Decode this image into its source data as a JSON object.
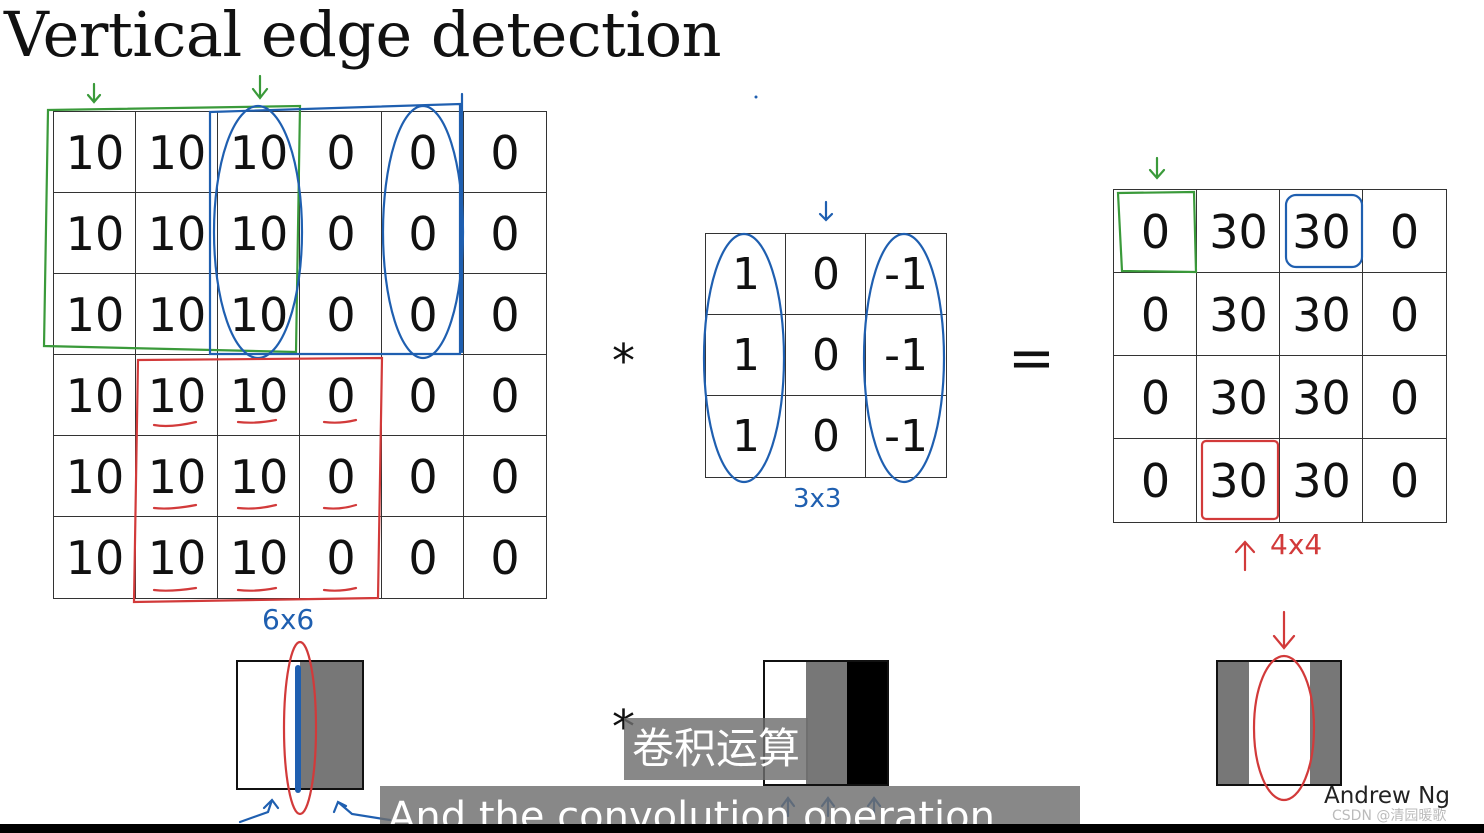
{
  "slide": {
    "title": "Vertical edge detection",
    "credit": "Andrew Ng"
  },
  "input_matrix": {
    "label": "6x6",
    "rows": [
      [
        "10",
        "10",
        "10",
        "0",
        "0",
        "0"
      ],
      [
        "10",
        "10",
        "10",
        "0",
        "0",
        "0"
      ],
      [
        "10",
        "10",
        "10",
        "0",
        "0",
        "0"
      ],
      [
        "10",
        "10",
        "10",
        "0",
        "0",
        "0"
      ],
      [
        "10",
        "10",
        "10",
        "0",
        "0",
        "0"
      ],
      [
        "10",
        "10",
        "10",
        "0",
        "0",
        "0"
      ]
    ]
  },
  "kernel_matrix": {
    "label": "3x3",
    "rows": [
      [
        "1",
        "0",
        "-1"
      ],
      [
        "1",
        "0",
        "-1"
      ],
      [
        "1",
        "0",
        "-1"
      ]
    ]
  },
  "output_matrix": {
    "label": "4x4",
    "rows": [
      [
        "0",
        "30",
        "30",
        "0"
      ],
      [
        "0",
        "30",
        "30",
        "0"
      ],
      [
        "0",
        "30",
        "30",
        "0"
      ],
      [
        "0",
        "30",
        "30",
        "0"
      ]
    ]
  },
  "operators": {
    "convolve": "*",
    "equals": "="
  },
  "swatches": {
    "input": [
      "#ffffff",
      "#777777"
    ],
    "kernel": [
      "#ffffff",
      "#777777",
      "#000000"
    ],
    "output": [
      "#777777",
      "#ffffff",
      "#777777"
    ]
  },
  "colors": {
    "annotation_blue": "#1f5fb0",
    "annotation_red": "#d23a3a",
    "annotation_green": "#3a9a3a"
  },
  "subtitles": {
    "chinese": "卷积运算",
    "english": "And the convolution operation"
  },
  "watermark": "CSDN @清园暖歌"
}
